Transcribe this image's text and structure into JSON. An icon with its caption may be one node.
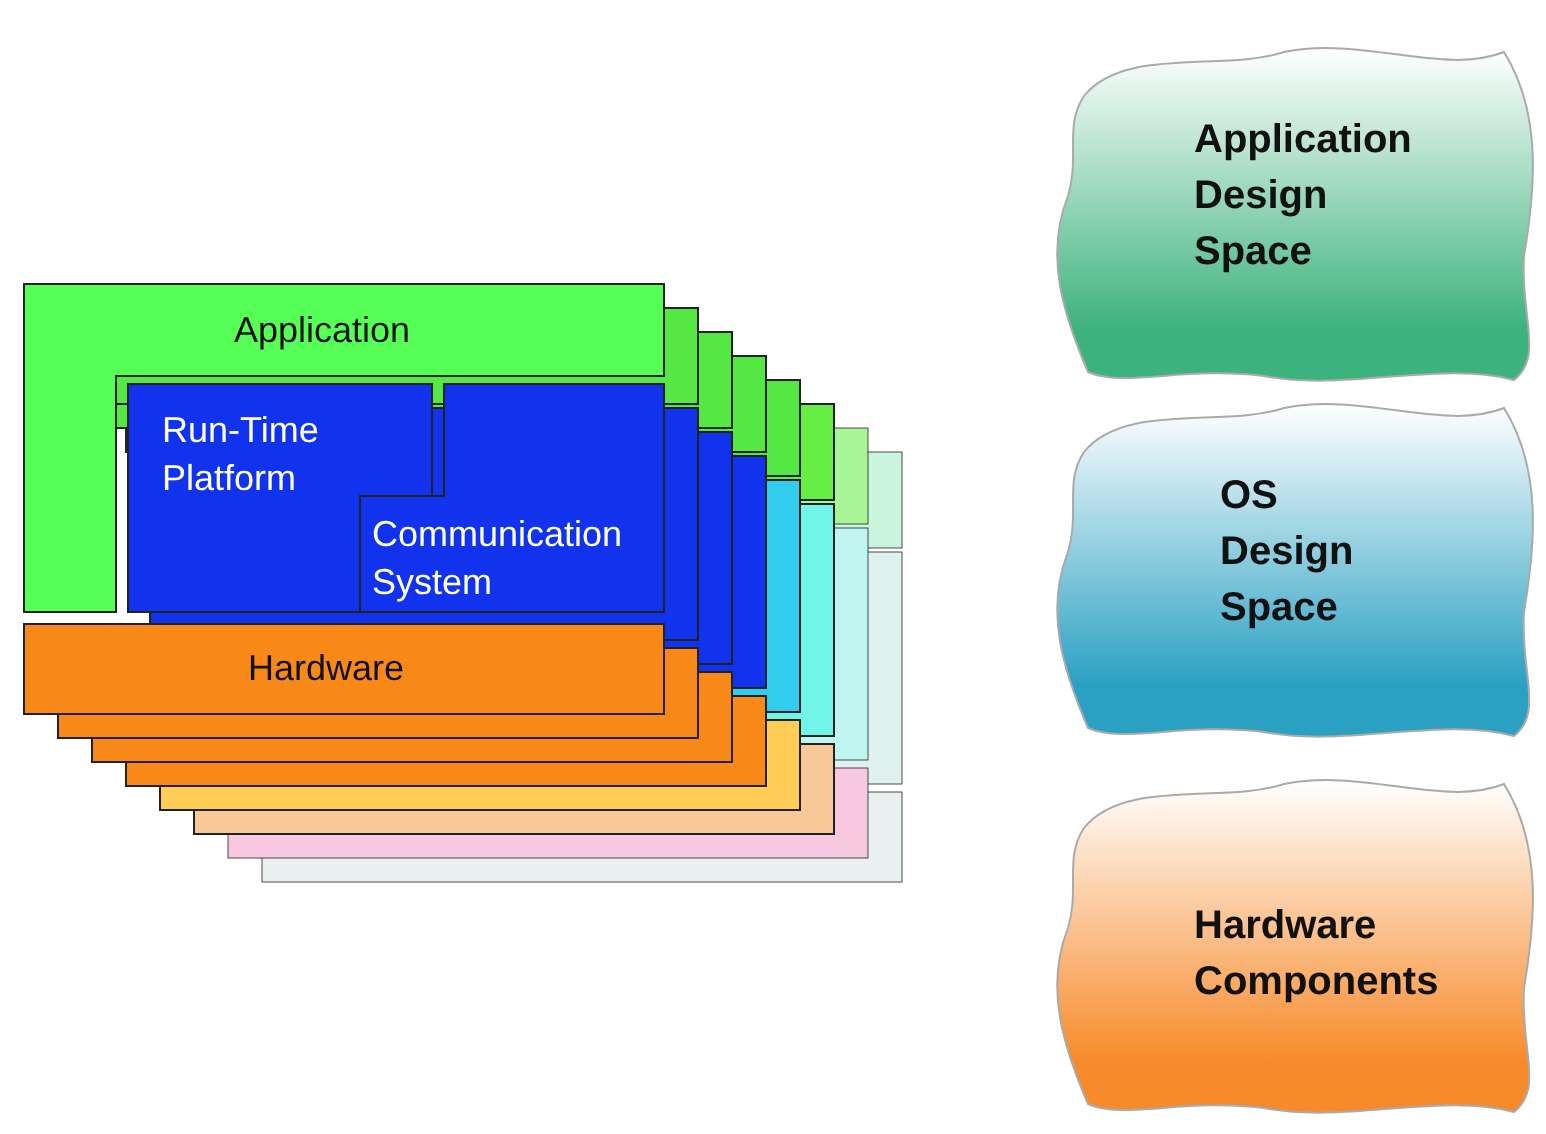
{
  "diagram": {
    "nodes": [
      {
        "text": [
          "Application"
        ]
      },
      {
        "text": [
          "Run-Time Platform"
        ]
      },
      {
        "text": [
          "Communication System"
        ]
      },
      {
        "text": [
          "Hardware"
        ]
      },
      {
        "text": [
          "Application Design Space"
        ]
      },
      {
        "text": [
          "OS Design Space"
        ]
      },
      {
        "text": [
          "Hardware Components"
        ]
      }
    ]
  }
}
